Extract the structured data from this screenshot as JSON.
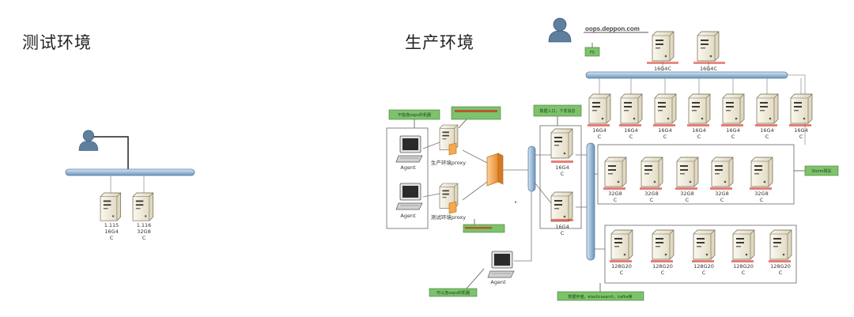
{
  "titles": {
    "test_env": "测试环境",
    "prod_env": "生产环境"
  },
  "test": {
    "servers": [
      {
        "ip": "1.115",
        "spec": "16G4",
        "tail": "C"
      },
      {
        "ip": "1.116",
        "spec": "32G8",
        "tail": "C"
      }
    ]
  },
  "prod": {
    "url": "oops.deppon.com",
    "tag_top": "F5",
    "top_servers": [
      {
        "spec": "16G4C"
      },
      {
        "spec": "16G4C"
      }
    ],
    "row1": {
      "spec": "16G4",
      "tail": "C"
    },
    "storm_row": {
      "spec": "32G8",
      "tail": "C"
    },
    "storage_row": {
      "spec": "128G20",
      "tail": "C"
    },
    "mid_servers": [
      {
        "spec": "16G4",
        "tail": "C"
      },
      {
        "spec": "16G4",
        "tail": "C"
      }
    ],
    "proxy_prod": "生产环境proxy",
    "proxy_test": "测试环境proxy",
    "agent_label": "Agent",
    "notes": {
      "agent_box": "不能连oops的机器",
      "agent_bottom": "可以连oops的机器",
      "mid": "数据入口，下发消息",
      "storm": "Storm相关",
      "storage": "数据存储，elasticsearch，kafka等"
    },
    "dot": "•"
  },
  "colors": {
    "bus_fill": "#a9c4dc",
    "bus_stroke": "#5a7fa3",
    "server_fill": "#f1ecd9",
    "note_fill": "#7dc36b",
    "red": "#d42a1a",
    "firewall": "#f6a84d"
  }
}
